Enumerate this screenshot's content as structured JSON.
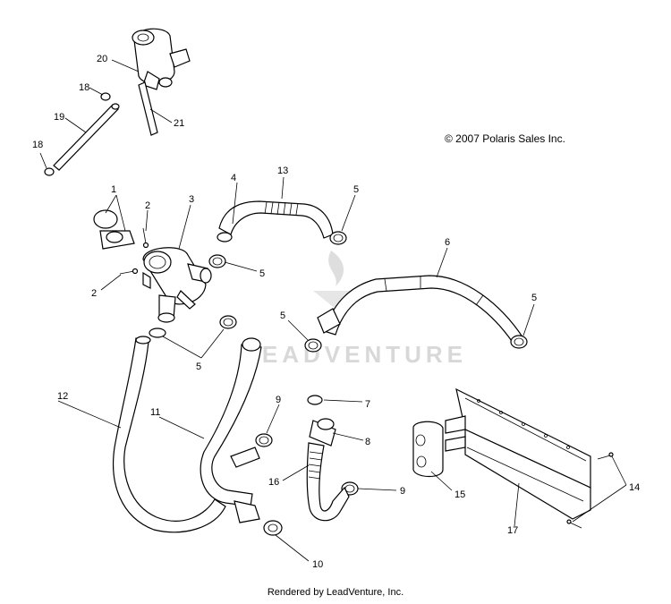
{
  "copyright": "© 2007 Polaris Sales Inc.",
  "rendered_by": "Rendered by LeadVenture, Inc.",
  "watermark": "LEADVENTURE",
  "colors": {
    "line": "#000000",
    "watermark": "#d8d8d8",
    "background": "#ffffff"
  },
  "callouts": {
    "c1": "1",
    "c2a": "2",
    "c2b": "2",
    "c3": "3",
    "c4": "4",
    "c5a": "5",
    "c5b": "5",
    "c5c": "5",
    "c5d": "5",
    "c5e": "5",
    "c6": "6",
    "c7": "7",
    "c8": "8",
    "c9a": "9",
    "c9b": "9",
    "c10": "10",
    "c11": "11",
    "c12": "12",
    "c13": "13",
    "c14": "14",
    "c15": "15",
    "c16": "16",
    "c17": "17",
    "c18a": "18",
    "c18b": "18",
    "c19": "19",
    "c20": "20",
    "c21": "21"
  }
}
